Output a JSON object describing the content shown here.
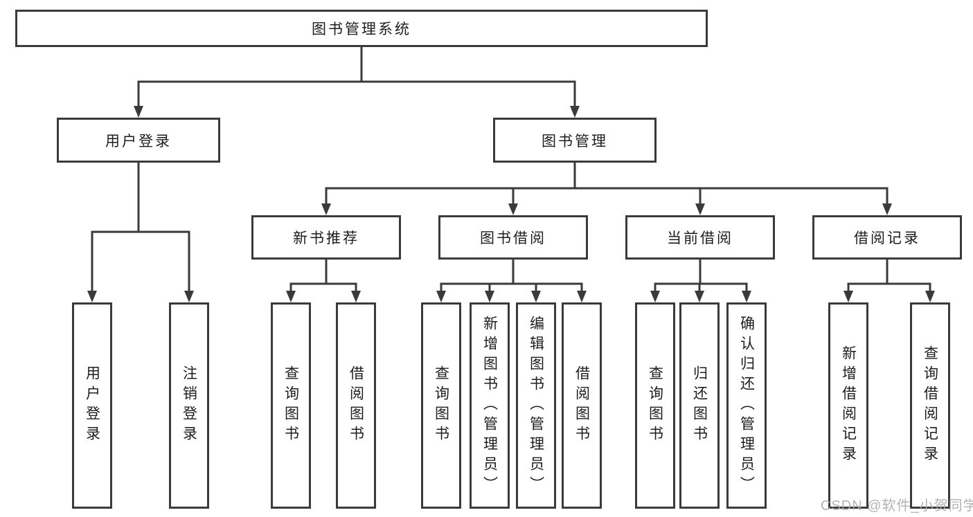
{
  "diagram": {
    "root": {
      "label": "图书管理系统"
    },
    "branches": [
      {
        "label": "用户登录",
        "children": [
          {
            "label": "用户登录"
          },
          {
            "label": "注销登录"
          }
        ]
      },
      {
        "label": "图书管理",
        "sections": [
          {
            "label": "新书推荐",
            "children": [
              {
                "label": "查询图书"
              },
              {
                "label": "借阅图书"
              }
            ]
          },
          {
            "label": "图书借阅",
            "children": [
              {
                "label": "查询图书"
              },
              {
                "label": "新增图书（管理员）"
              },
              {
                "label": "编辑图书（管理员）"
              },
              {
                "label": "借阅图书"
              }
            ]
          },
          {
            "label": "当前借阅",
            "children": [
              {
                "label": "查询图书"
              },
              {
                "label": "归还图书"
              },
              {
                "label": "确认归还（管理员）"
              }
            ]
          },
          {
            "label": "借阅记录",
            "children": [
              {
                "label": "新增借阅记录"
              },
              {
                "label": "查询借阅记录"
              }
            ]
          }
        ]
      }
    ]
  },
  "watermark": {
    "text": "CSDN @软件_小贺同学"
  },
  "colors": {
    "line": "#3a3a3a",
    "box_border": "#3a3a3a",
    "text": "#1d1d1d",
    "watermark": "#a8a8a8",
    "background": "#ffffff"
  }
}
